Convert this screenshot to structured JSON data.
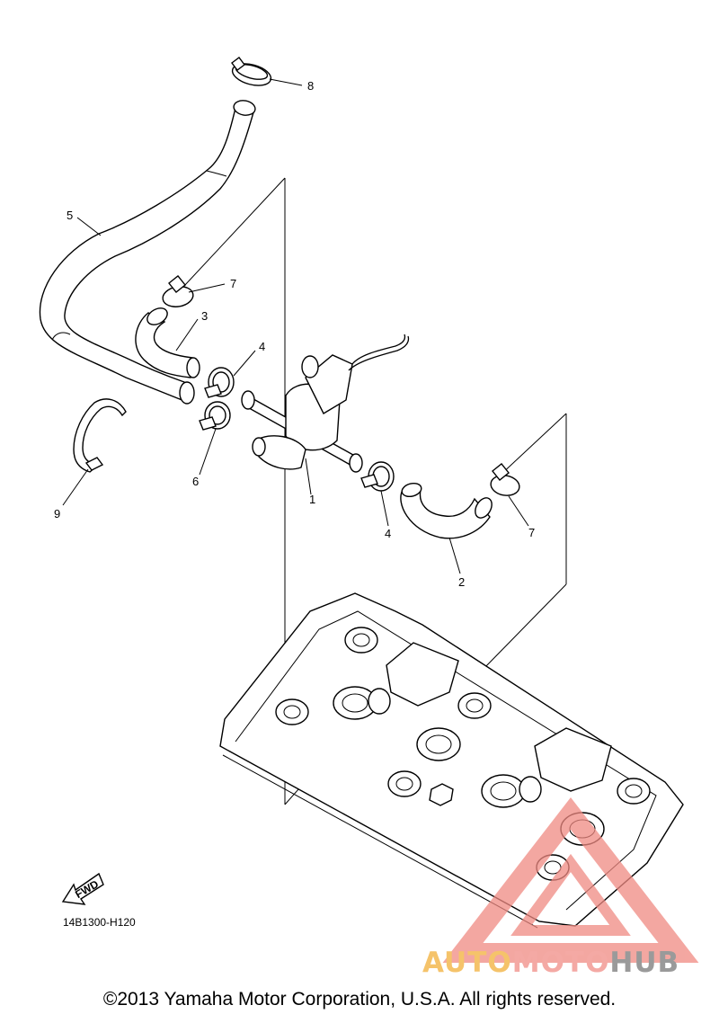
{
  "diagram": {
    "callouts": [
      {
        "id": "c1",
        "text": "1"
      },
      {
        "id": "c2",
        "text": "2"
      },
      {
        "id": "c3",
        "text": "3"
      },
      {
        "id": "c4a",
        "text": "4"
      },
      {
        "id": "c4b",
        "text": "4"
      },
      {
        "id": "c5",
        "text": "5"
      },
      {
        "id": "c6",
        "text": "6"
      },
      {
        "id": "c7a",
        "text": "7"
      },
      {
        "id": "c7b",
        "text": "7"
      },
      {
        "id": "c8",
        "text": "8"
      },
      {
        "id": "c9",
        "text": "9"
      }
    ],
    "fwd_label": "FWD",
    "diagram_code": "14B1300-H120"
  },
  "watermark": {
    "word_part1": "AUTO",
    "word_part2": "MOTO",
    "word_part3": "HUB",
    "colors": {
      "triangle": "#f08a82",
      "auto": "#f5c36a",
      "moto": "#f4a9a4",
      "hub": "#9a9a9a"
    }
  },
  "footer": {
    "copyright": "©2013 Yamaha Motor Corporation, U.S.A. All rights reserved."
  }
}
